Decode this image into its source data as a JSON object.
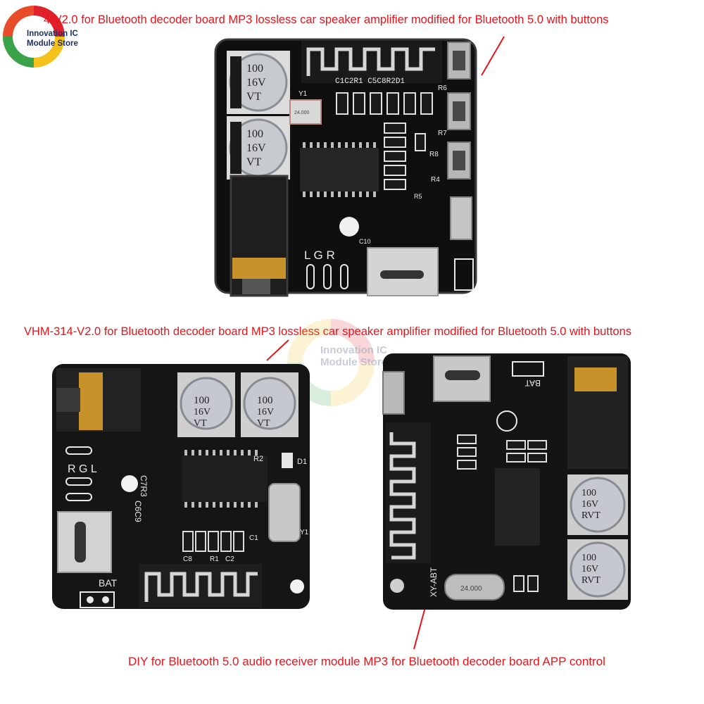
{
  "captions": {
    "top": "4-V2.0 for Bluetooth decoder board MP3 lossless car speaker amplifier modified for Bluetooth 5.0 with buttons",
    "middle": "VHM-314-V2.0 for Bluetooth decoder board MP3 lossless car speaker amplifier modified for Bluetooth 5.0 with buttons",
    "bottom": "DIY for Bluetooth 5.0 audio receiver module MP3 for Bluetooth decoder board APP control"
  },
  "logo": {
    "line1": "Innovation IC",
    "line2": "Module Store"
  },
  "watermark": {
    "line1": "Innovation IC",
    "line2": "Module Store"
  },
  "board_top": {
    "cap1_value": "100",
    "cap1_voltage": "16V",
    "cap1_suffix": "VT",
    "cap2_value": "100",
    "cap2_voltage": "16V",
    "cap2_suffix": "VT",
    "crystal": "24.000",
    "silk_components": "C1C2R1 C5C8R2D1",
    "silk_lgr": "L  G  R",
    "silk_labels": [
      "R6",
      "R7",
      "R8",
      "R4",
      "Y1",
      "C10",
      "R5"
    ]
  },
  "board_middle": {
    "cap1_value": "100",
    "cap1_voltage": "16V",
    "cap1_suffix": "VT",
    "cap2_value": "100",
    "cap2_voltage": "16V",
    "cap2_suffix": "VT",
    "silk_rgl": "R G L",
    "silk_bat": "BAT",
    "silk_labels": [
      "C7R3",
      "C6C9",
      "R2",
      "D1",
      "Y1",
      "C1",
      "C8",
      "R1",
      "C2"
    ]
  },
  "board_bottom": {
    "cap1_value": "100",
    "cap1_voltage": "16V",
    "cap1_suffix": "RVT",
    "cap2_value": "100",
    "cap2_voltage": "16V",
    "cap2_suffix": "RVT",
    "crystal": "24.000",
    "silk_model": "XY-ABT",
    "silk_bat": "BAT"
  },
  "colors": {
    "caption": "#e8141b",
    "pcb": "#111111",
    "silk": "#e9e9e9",
    "capacitor": "#c9ccd0",
    "gold": "#c8922a"
  }
}
